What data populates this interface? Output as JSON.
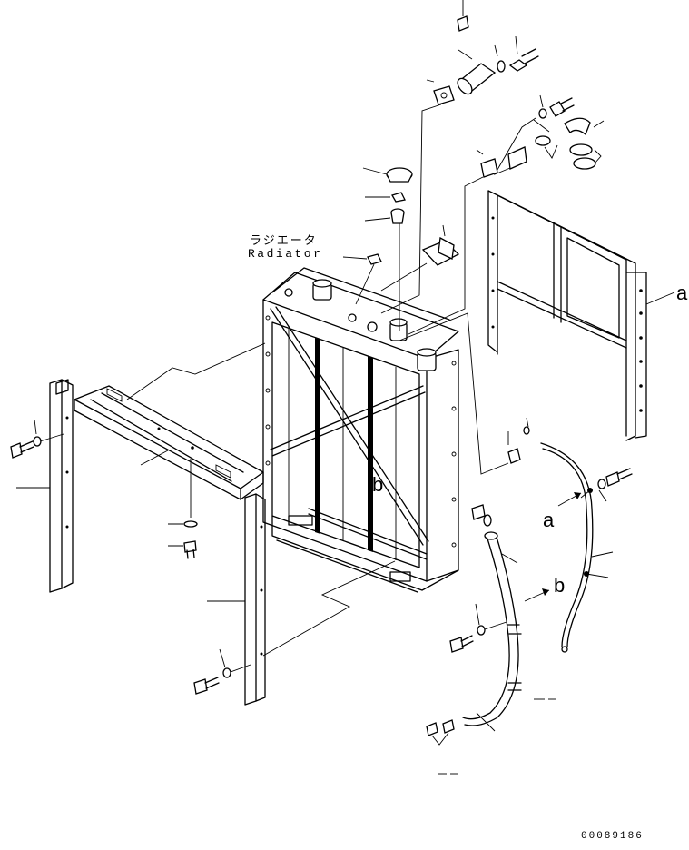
{
  "diagram": {
    "title_ja": "ラジエータ",
    "title_en": "Radiator",
    "callouts": {
      "a_upper": "a",
      "b_upper": "b",
      "a_lower": "a",
      "b_lower": "b"
    },
    "drawing_code": "00089186"
  }
}
